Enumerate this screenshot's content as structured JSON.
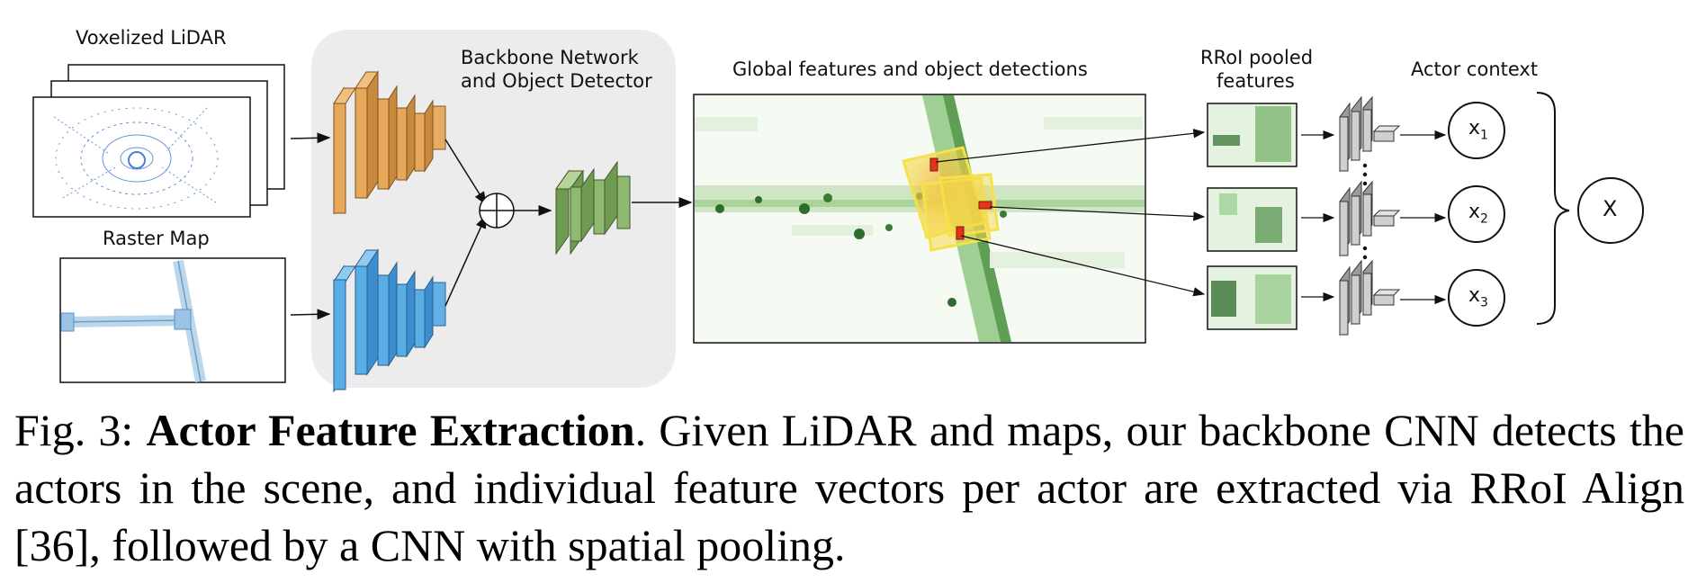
{
  "labels": {
    "voxelized_lidar": "Voxelized LiDAR",
    "raster_map": "Raster Map",
    "backbone_line1": "Backbone Network",
    "backbone_line2": "and Object Detector",
    "global_features": "Global features and object detections",
    "rroi_line1": "RRoI pooled",
    "rroi_line2": "features",
    "actor_context": "Actor context"
  },
  "nodes": {
    "x1": "x",
    "x1_sub": "1",
    "x2": "x",
    "x2_sub": "2",
    "x3": "x",
    "x3_sub": "3",
    "X": "X",
    "plus": "⊕"
  },
  "colors": {
    "lidar_orange": "#e8a85a",
    "map_blue": "#5aaee6",
    "detector_green": "#8fb870",
    "detection_yellow": "#f5d84a",
    "detection_red": "#e8331c",
    "backbone_bg": "#ececec"
  },
  "caption": {
    "prefix": "Fig. 3: ",
    "title": "Actor Feature Extraction",
    "body": ". Given LiDAR and maps, our backbone CNN detects the actors in the scene, and individual feature vectors per actor are extracted via RRoI Align [36], followed by a CNN with spatial pooling."
  }
}
